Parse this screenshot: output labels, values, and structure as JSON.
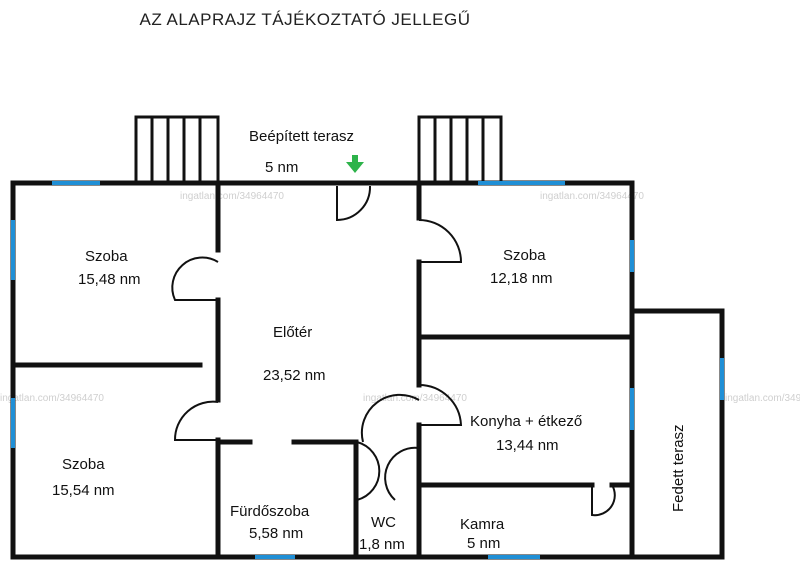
{
  "heading": "AZ ALAPRAJZ TÁJÉKOZTATÓ JELLEGŰ",
  "watermark": "ingatlan.com/34964470",
  "rooms": {
    "terrace": {
      "name": "Beépített terasz",
      "area": "5 nm"
    },
    "room1": {
      "name": "Szoba",
      "area": "15,48 nm"
    },
    "room2": {
      "name": "Szoba",
      "area": "12,18 nm"
    },
    "hall": {
      "name": "Előtér",
      "area": "23,52 nm"
    },
    "kitchen": {
      "name": "Konyha + étkező",
      "area": "13,44 nm"
    },
    "room3": {
      "name": "Szoba",
      "area": "15,54 nm"
    },
    "bath": {
      "name": "Fürdőszoba",
      "area": "5,58 nm"
    },
    "wc": {
      "name": "WC",
      "area": "1,8 nm"
    },
    "pantry": {
      "name": "Kamra",
      "area": "5 nm"
    },
    "covered_terrace": {
      "name": "Fedett terasz"
    }
  },
  "colors": {
    "wall": "#111111",
    "window": "#1f8fd6",
    "entrance_arrow": "#2db34a"
  }
}
